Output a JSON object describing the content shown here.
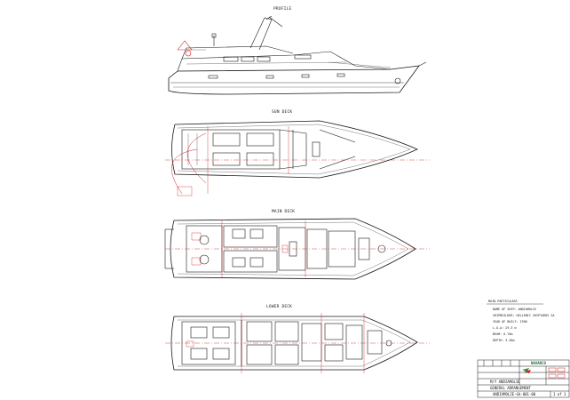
{
  "titles": {
    "profile": "PROFILE",
    "sun_deck": "SUN DECK",
    "main_deck": "MAIN DECK",
    "lower_deck": "LOWER DECK"
  },
  "particulars": {
    "heading": "MAIN PARTICULARS",
    "lines": [
      "NAME OF SHIP: ANDIAMOLIE",
      "SHIPBUILDER: HELLENIC SHIPYARDS SA",
      "YEAR OF BUILT: 1996",
      "L.O.A: 29.3 m",
      "BEAM: 6.70m",
      "DEPTH: 3.30m"
    ]
  },
  "title_block": {
    "company": "NAVARCO",
    "vessel": "M/Y ANDIAMOLIE",
    "drawing": "GENERAL ARRANGEMENT",
    "number": "ANDIAMOLIE-GA-001-00",
    "sheet": "1 of 1"
  },
  "colors": {
    "line": "#1a1a1a",
    "accent": "#d62020",
    "grey": "#8a8a8a"
  }
}
